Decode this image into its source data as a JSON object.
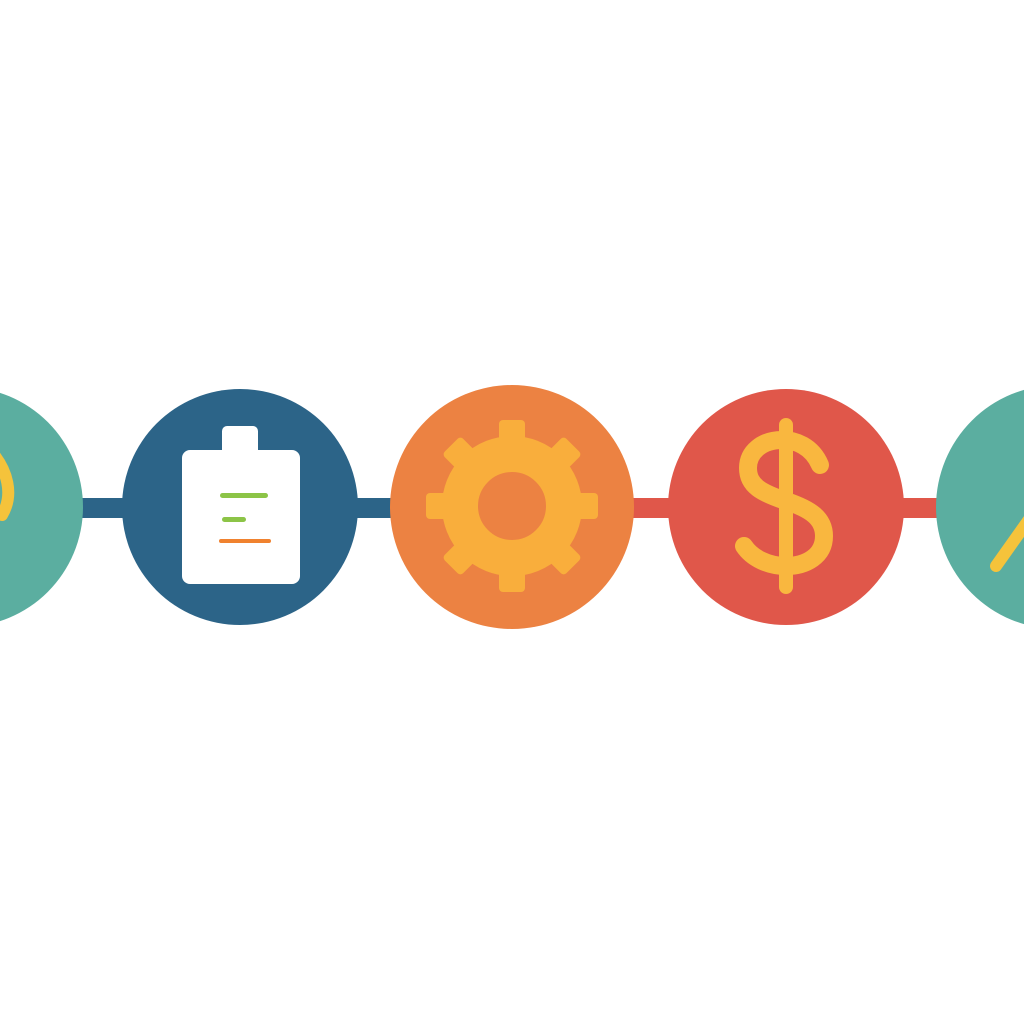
{
  "diagram": {
    "type": "process-flow",
    "background": "#ffffff",
    "connectors": [
      {
        "from": "step-partial-left",
        "to": "step-clipboard",
        "color": "#2C6488"
      },
      {
        "from": "step-clipboard",
        "to": "step-gear",
        "color": "#2C6488"
      },
      {
        "from": "step-gear",
        "to": "step-dollar",
        "color": "#E0574A"
      },
      {
        "from": "step-dollar",
        "to": "step-partial-right",
        "color": "#E0574A"
      }
    ],
    "steps": [
      {
        "id": "step-partial-left",
        "icon": "chart-icon",
        "fill": "#5BAEA0",
        "glyph_color": "#F5C33B"
      },
      {
        "id": "step-clipboard",
        "icon": "clipboard-icon",
        "fill": "#2C6488",
        "glyph_color": "#FFFFFF",
        "line_colors": [
          "#8CC447",
          "#8CC447",
          "#F0822F"
        ]
      },
      {
        "id": "step-gear",
        "icon": "gear-icon",
        "fill": "#EC8242",
        "glyph_color": "#F9AE3C"
      },
      {
        "id": "step-dollar",
        "icon": "dollar-icon",
        "fill": "#E0574A",
        "glyph_color": "#F9B73F"
      },
      {
        "id": "step-partial-right",
        "icon": "growth-arrow-icon",
        "fill": "#5BAEA0",
        "glyph_color": "#F5C33B"
      }
    ]
  }
}
